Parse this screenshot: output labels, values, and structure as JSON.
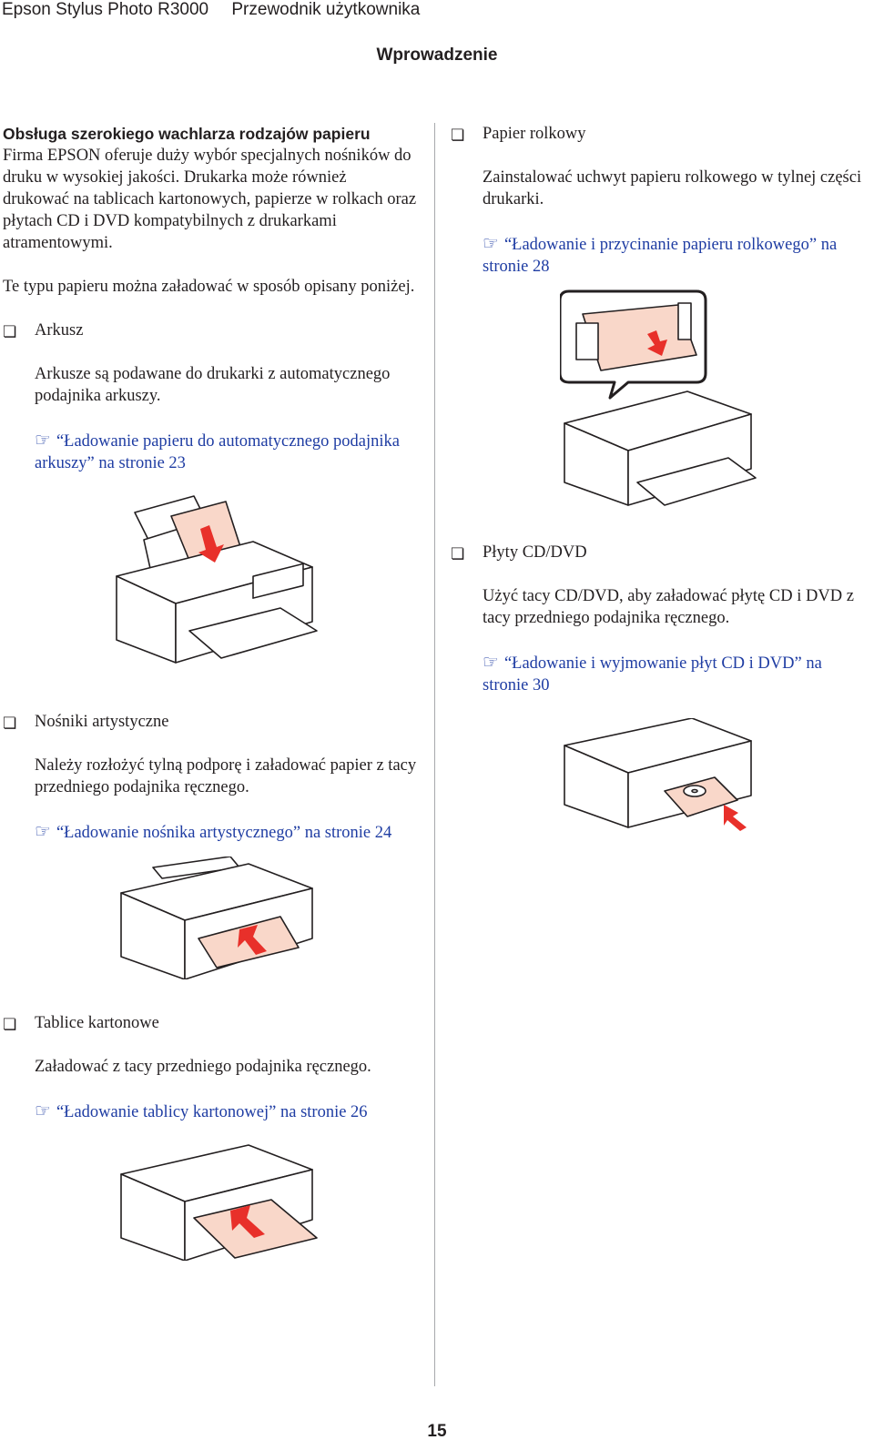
{
  "header": {
    "product": "Epson Stylus Photo R3000",
    "guide": "Przewodnik użytkownika"
  },
  "section_title": "Wprowadzenie",
  "left": {
    "subheading": "Obsługa szerokiego wachlarza rodzajów papieru",
    "intro": "Firma EPSON oferuje duży wybór specjalnych nośników do druku w wysokiej jakości. Drukarka może również drukować na tablicach kartonowych, papierze w rolkach oraz płytach CD i DVD kompatybilnych z drukarkami atramentowymi.",
    "intro2": "Te typu papieru można załadować w sposób opisany poniżej.",
    "items": [
      {
        "title": "Arkusz",
        "desc": "Arkusze są podawane do drukarki z automatycznego podajnika arkuszy.",
        "link": "“Ładowanie papieru do automatycznego podajnika arkuszy” na stronie 23"
      },
      {
        "title": "Nośniki artystyczne",
        "desc": "Należy rozłożyć tylną podporę i załadować papier z tacy przedniego podajnika ręcznego.",
        "link": "“Ładowanie nośnika artystycznego” na stronie 24"
      },
      {
        "title": "Tablice kartonowe",
        "desc": "Załadować z tacy przedniego podajnika ręcznego.",
        "link": "“Ładowanie tablicy kartonowej” na stronie 26"
      }
    ]
  },
  "right": {
    "items": [
      {
        "title": "Papier rolkowy",
        "desc": "Zainstalować uchwyt papieru rolkowego w tylnej części drukarki.",
        "link": "“Ładowanie i przycinanie papieru rolkowego” na stronie 28"
      },
      {
        "title": "Płyty CD/DVD",
        "desc": "Użyć tacy CD/DVD, aby załadować płytę CD i DVD z tacy przedniego podajnika ręcznego.",
        "link": "“Ładowanie i wyjmowanie płyt CD i DVD” na stronie 30"
      }
    ]
  },
  "bullet_glyph": "❏",
  "link_icon": "☞",
  "colors": {
    "link": "#1f3da3",
    "paper": "#f9d7c9",
    "arrow": "#e8302a"
  },
  "page_number": "15"
}
